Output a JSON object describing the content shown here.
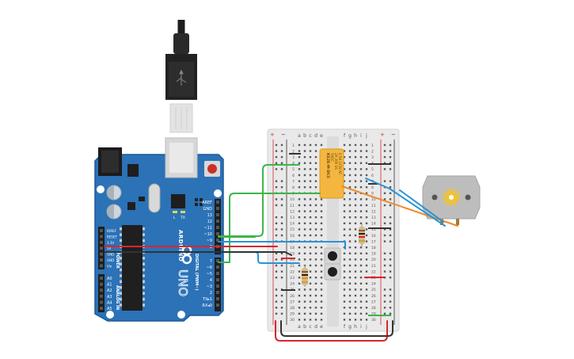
{
  "arduino": {
    "brand": "ARDUINO",
    "model": "UNO",
    "power_label": "POWER",
    "analog_label": "ANALOG IN",
    "digital_label": "DIGITAL (PWM~)",
    "tx_label": "TX",
    "rx_label": "RX",
    "l_label": "L",
    "on_label": "ON",
    "power_pins": [
      "IOREF",
      "RESET",
      "3.3V",
      "5V",
      "GND",
      "GND",
      "Vin"
    ],
    "analog_pins": [
      "A0",
      "A1",
      "A2",
      "A3",
      "A4",
      "A5"
    ],
    "digital_pins": [
      "AREF",
      "GND",
      "13",
      "12",
      "~11",
      "~10",
      "~9",
      "8",
      "7",
      "~6",
      "~5",
      "4",
      "~3",
      "2",
      "TX▸1",
      "RX◂0"
    ]
  },
  "breadboard": {
    "left_cols": [
      "a",
      "b",
      "c",
      "d",
      "e"
    ],
    "right_cols": [
      "f",
      "g",
      "h",
      "i",
      "j"
    ],
    "plus": "+",
    "minus": "−",
    "row_numbers": [
      "1",
      "2",
      "3",
      "4",
      "5",
      "6",
      "7",
      "8",
      "9",
      "10",
      "11",
      "12",
      "13",
      "14",
      "15",
      "16",
      "17",
      "18",
      "19",
      "20",
      "21",
      "22",
      "23",
      "24",
      "25",
      "26",
      "27",
      "28",
      "29",
      "30"
    ]
  },
  "relay": {
    "lines": [
      "KS2E-M-DC5",
      "5VDC",
      "2A 30V DC",
      "0.5A 125V AC"
    ]
  },
  "colors": {
    "arduino_blue": "#2b72b7",
    "breadboard": "#ececec",
    "wire_green": "#3cb54a",
    "wire_blue": "#2a93d5",
    "wire_red": "#d9262c",
    "wire_black": "#333333",
    "wire_orange": "#f0892e",
    "relay_yellow": "#f4b63f",
    "motor_gray": "#bfbfbf",
    "usb_black": "#222222"
  }
}
